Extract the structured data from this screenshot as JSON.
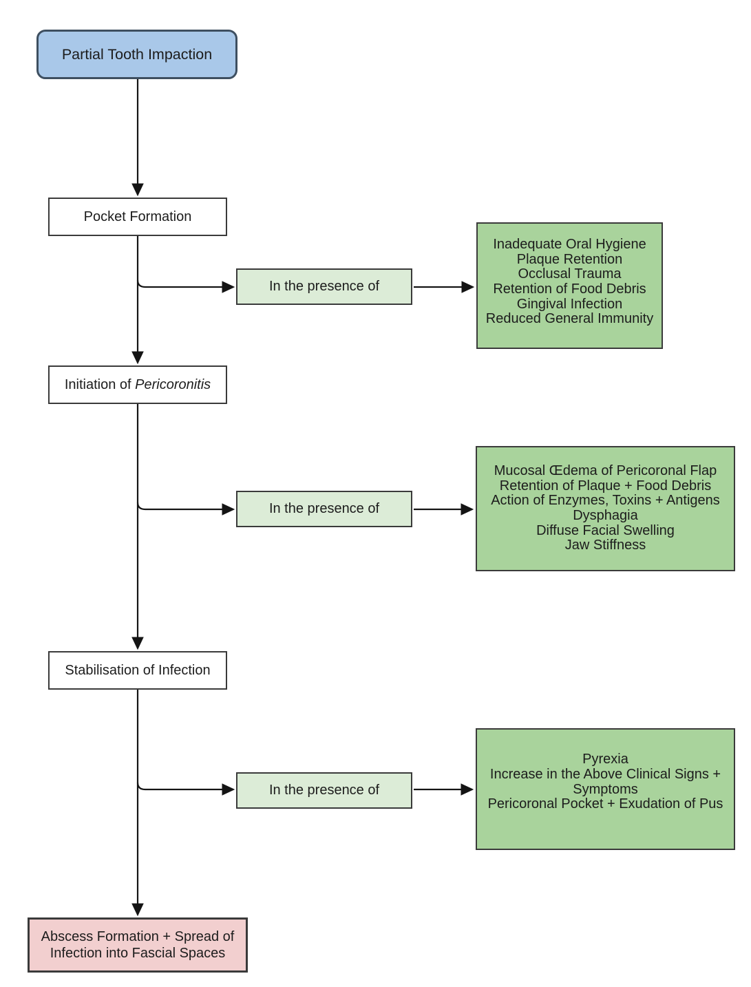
{
  "flowchart": {
    "start": {
      "label": "Partial Tooth Impaction"
    },
    "steps": {
      "pocket": {
        "label": "Pocket Formation"
      },
      "initiation": {
        "label_prefix": "Initiation of ",
        "label_italic": "Pericoronitis"
      },
      "stabilisation": {
        "label": "Stabilisation of Infection"
      }
    },
    "end": {
      "label": "Abscess Formation + Spread of Infection into Fascial Spaces"
    },
    "stages": [
      {
        "condition_label": "In the presence of",
        "factors": [
          "Inadequate Oral Hygiene",
          "Plaque Retention",
          "Occlusal Trauma",
          "Retention of Food Debris",
          "Gingival Infection",
          "Reduced General Immunity"
        ]
      },
      {
        "condition_label": "In the presence of",
        "factors": [
          "Mucosal Œdema of Pericoronal Flap",
          "Retention of Plaque + Food Debris",
          "Action of Enzymes, Toxins + Antigens",
          "Dysphagia",
          "Diffuse Facial Swelling",
          "Jaw Stiffness"
        ]
      },
      {
        "condition_label": "In the presence of",
        "factors": [
          "Pyrexia",
          "Increase in the Above Clinical Signs + Symptoms",
          "Pericoronal Pocket + Exudation of Pus"
        ]
      }
    ],
    "colors": {
      "start_fill": "#a9c8e9",
      "start_border": "#3e4f60",
      "process_fill": "#ffffff",
      "condition_fill": "#dcecd7",
      "factors_fill": "#a9d39c",
      "end_fill": "#f2cfcf",
      "border": "#3a3a3a",
      "line": "#141414"
    }
  }
}
